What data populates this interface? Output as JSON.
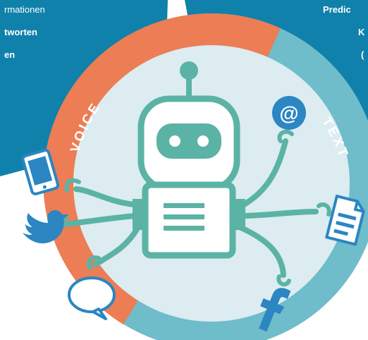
{
  "left_panel": {
    "lines": [
      "rmationen",
      "tworten",
      "en"
    ]
  },
  "right_panel": {
    "lines": [
      "Predic",
      "K",
      "("
    ]
  },
  "ring": {
    "voice_label": "VOICE",
    "text_label": "TEXT"
  },
  "icons": {
    "at_symbol": "@"
  },
  "colors": {
    "panel_blue": "#0f81aa",
    "ring_orange": "#ec7d55",
    "ring_teal": "#6fbccb",
    "inner_disc": "#dcecf0",
    "robot_teal": "#5bb3a5",
    "icon_blue": "#2b86c2"
  }
}
